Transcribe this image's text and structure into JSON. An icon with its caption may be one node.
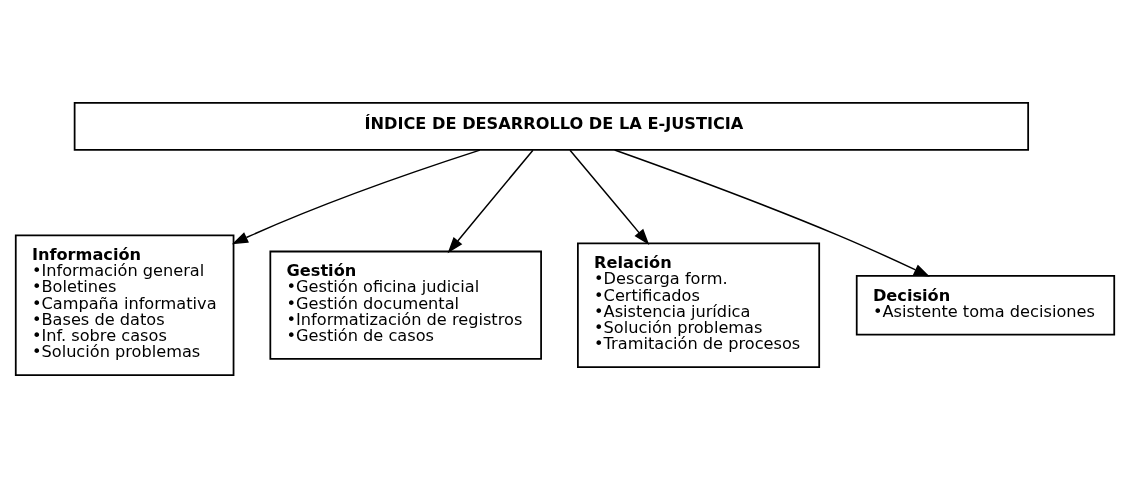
{
  "diagram": {
    "nodes": [
      {
        "text": [
          "ÍNDICE DE DESARROLLO DE LA E-JUSTICIA"
        ]
      },
      {
        "text": [
          "Información",
          "•Información general",
          "•Boletines",
          "•Campaña informativa",
          "•Bases de datos",
          "•Inf. sobre casos",
          "•Solución problemas"
        ]
      },
      {
        "text": [
          "Gestión",
          "•Gestión oficina judicial",
          "•Gestión documental",
          "•Informatización de registros",
          "•Gestión de casos"
        ]
      },
      {
        "text": [
          "Relación",
          "•Descarga form.",
          "•Certificados",
          "•Asistencia jurídica",
          "•Solución problemas",
          "•Tramitación de procesos"
        ]
      },
      {
        "text": [
          "Decisión",
          "•Asistente toma decisiones"
        ]
      }
    ],
    "edges": [
      {
        "from": 0,
        "to": 1,
        "arrow": "to"
      },
      {
        "from": 0,
        "to": 2,
        "arrow": "to"
      },
      {
        "from": 0,
        "to": 3,
        "arrow": "to"
      },
      {
        "from": 0,
        "to": 4,
        "arrow": "to"
      }
    ]
  }
}
